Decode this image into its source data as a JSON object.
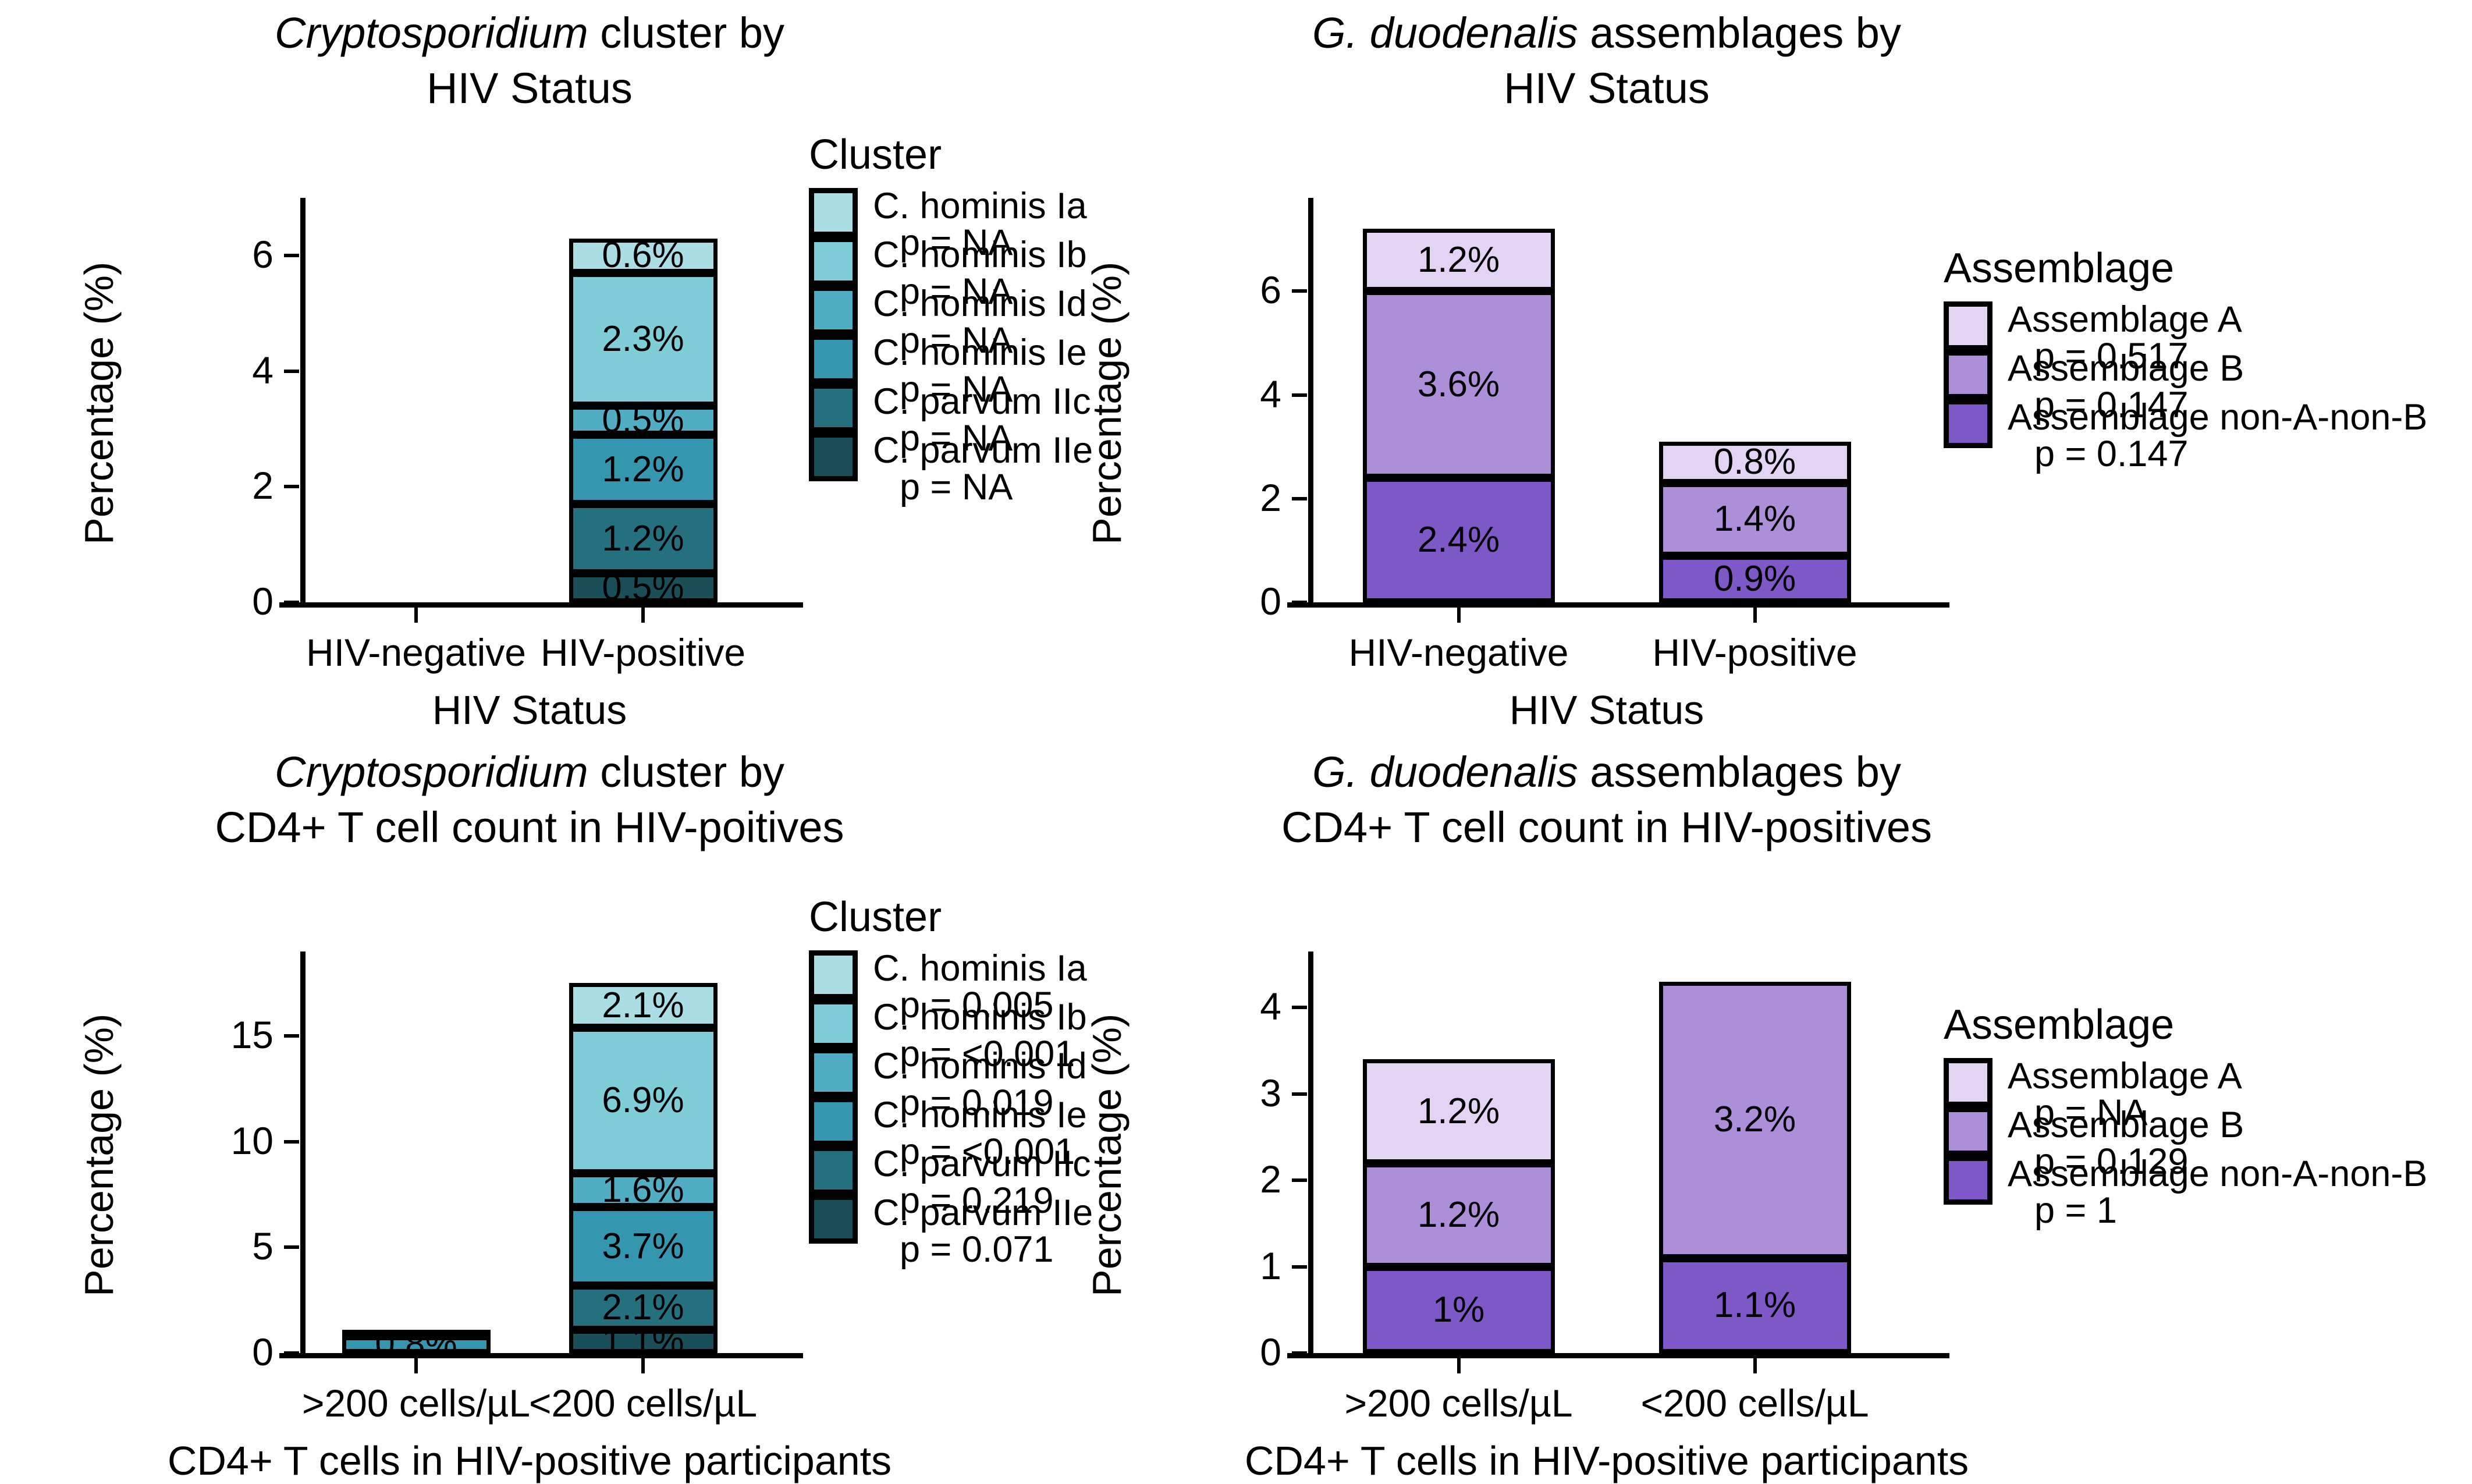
{
  "figure": {
    "palette_teal": [
      "#ABDDE4",
      "#7FCED7",
      "#51ADC3",
      "#3596AF",
      "#24707F",
      "#1A4F5A"
    ],
    "palette_purple": [
      "#E2D4F2",
      "#AC8FD8",
      "#7D58C6"
    ],
    "ylabel": "Percentage (%)"
  },
  "chart_data": [
    {
      "id": "panel-a",
      "type": "bar",
      "stacked": true,
      "title_italic": "Cryptosporidium",
      "title_rest": " cluster by",
      "title_line2": "HIV Status",
      "xlabel": "HIV Status",
      "ylabel": "Percentage (%)",
      "categories": [
        "HIV-negative",
        "HIV-positive"
      ],
      "yticks": [
        0,
        2,
        4,
        6
      ],
      "ylim": [
        0,
        7.0
      ],
      "legend_title": "Cluster",
      "series": [
        {
          "name": "C. hominis Ia",
          "p": "p = NA",
          "color": "#ABDDE4",
          "values": [
            0,
            0.6
          ],
          "labels": [
            "",
            "0.6%"
          ]
        },
        {
          "name": "C. hominis Ib",
          "p": "p = NA",
          "color": "#7FCED7",
          "values": [
            0,
            2.3
          ],
          "labels": [
            "",
            "2.3%"
          ]
        },
        {
          "name": "C. hominis Id",
          "p": "p = NA",
          "color": "#51ADC3",
          "values": [
            0,
            0.5
          ],
          "labels": [
            "",
            "0.5%"
          ]
        },
        {
          "name": "C. hominis Ie",
          "p": "p = NA",
          "color": "#3596AF",
          "values": [
            0,
            1.2
          ],
          "labels": [
            "",
            "1.2%"
          ]
        },
        {
          "name": "C. parvum IIc",
          "p": "p = NA",
          "color": "#24707F",
          "values": [
            0,
            1.2
          ],
          "labels": [
            "",
            "1.2%"
          ]
        },
        {
          "name": "C. parvum IIe",
          "p": "p = NA",
          "color": "#1A4F5A",
          "values": [
            0,
            0.5
          ],
          "labels": [
            "",
            "0.5%"
          ]
        }
      ]
    },
    {
      "id": "panel-b",
      "type": "bar",
      "stacked": true,
      "title_italic": "G. duodenalis",
      "title_rest": " assemblages by",
      "title_line2": "HIV Status",
      "xlabel": "HIV Status",
      "ylabel": "Percentage (%)",
      "categories": [
        "HIV-negative",
        "HIV-positive"
      ],
      "yticks": [
        0,
        2,
        4,
        6
      ],
      "ylim": [
        0,
        7.8
      ],
      "legend_title": "Assemblage",
      "series": [
        {
          "name": "Assemblage A",
          "p": "p = 0.517",
          "color": "#E2D4F2",
          "values": [
            1.2,
            0.8
          ],
          "labels": [
            "1.2%",
            "0.8%"
          ]
        },
        {
          "name": "Assemblage B",
          "p": "p = 0.147",
          "color": "#AC8FD8",
          "values": [
            3.6,
            1.4
          ],
          "labels": [
            "3.6%",
            "1.4%"
          ]
        },
        {
          "name": "Assemblage non-A-non-B",
          "p": "p = 0.147",
          "color": "#7D58C6",
          "values": [
            2.4,
            0.9
          ],
          "labels": [
            "2.4%",
            "0.9%"
          ]
        }
      ]
    },
    {
      "id": "panel-c",
      "type": "bar",
      "stacked": true,
      "title_italic": "Cryptosporidium",
      "title_rest": " cluster by",
      "title_line2": "CD4+ T cell count in HIV-poitives",
      "xlabel": "CD4+ T cells in HIV-positive participants",
      "ylabel": "Percentage (%)",
      "categories": [
        ">200 cells/µL",
        "<200 cells/µL"
      ],
      "yticks": [
        0,
        5,
        10,
        15
      ],
      "ylim": [
        0,
        19.0
      ],
      "legend_title": "Cluster",
      "series": [
        {
          "name": "C. hominis Ia",
          "p": "p = 0.005",
          "color": "#ABDDE4",
          "values": [
            0.1,
            2.1
          ],
          "labels": [
            "",
            "2.1%"
          ]
        },
        {
          "name": "C. hominis Ib",
          "p": "p = <0.001",
          "color": "#7FCED7",
          "values": [
            0.1,
            6.9
          ],
          "labels": [
            "",
            "6.9%"
          ]
        },
        {
          "name": "C. hominis Id",
          "p": "p = 0.019",
          "color": "#51ADC3",
          "values": [
            0.1,
            1.6
          ],
          "labels": [
            "",
            "1.6%"
          ]
        },
        {
          "name": "C. hominis Ie",
          "p": "p = <0.001",
          "color": "#3596AF",
          "values": [
            0.8,
            3.7
          ],
          "labels": [
            "0.8%",
            "3.7%"
          ]
        },
        {
          "name": "C. parvum IIc",
          "p": "p = 0.219",
          "color": "#24707F",
          "values": [
            0.0,
            2.1
          ],
          "labels": [
            "",
            "2.1%"
          ]
        },
        {
          "name": "C. parvum IIe",
          "p": "p = 0.071",
          "color": "#1A4F5A",
          "values": [
            0.0,
            1.1
          ],
          "labels": [
            "",
            "1.1%"
          ]
        }
      ]
    },
    {
      "id": "panel-d",
      "type": "bar",
      "stacked": true,
      "title_italic": "G. duodenalis",
      "title_rest": " assemblages by",
      "title_line2": "CD4+ T cell count in HIV-positives",
      "xlabel": "CD4+ T cells in HIV-positive participants",
      "ylabel": "Percentage (%)",
      "categories": [
        ">200 cells/µL",
        "<200 cells/µL"
      ],
      "yticks": [
        0,
        1,
        2,
        3,
        4
      ],
      "ylim": [
        0,
        4.65
      ],
      "legend_title": "Assemblage",
      "series": [
        {
          "name": "Assemblage A",
          "p": "p = NA",
          "color": "#E2D4F2",
          "values": [
            1.2,
            0.0
          ],
          "labels": [
            "1.2%",
            ""
          ]
        },
        {
          "name": "Assemblage B",
          "p": "p = 0.129",
          "color": "#AC8FD8",
          "values": [
            1.2,
            3.2
          ],
          "labels": [
            "1.2%",
            "3.2%"
          ]
        },
        {
          "name": "Assemblage non-A-non-B",
          "p": "p = 1",
          "color": "#7D58C6",
          "values": [
            1.0,
            1.1
          ],
          "labels": [
            "1%",
            "1.1%"
          ]
        }
      ]
    }
  ]
}
